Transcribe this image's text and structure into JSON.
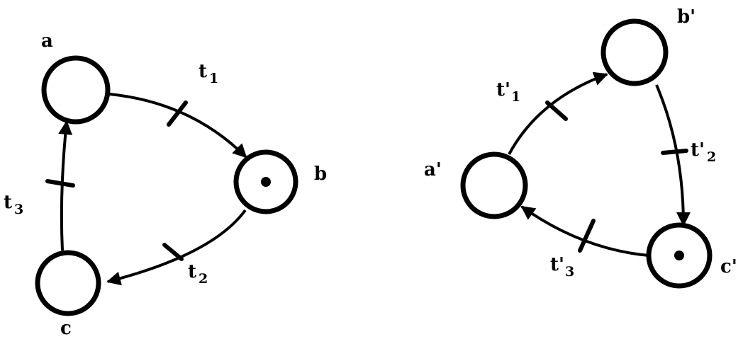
{
  "colors": {
    "ink": "#000000",
    "paper": "#ffffff"
  },
  "nets": [
    {
      "places": [
        {
          "label": "a",
          "tokens": 0
        },
        {
          "label": "b",
          "tokens": 1
        },
        {
          "label": "c",
          "tokens": 0
        }
      ],
      "transitions": [
        {
          "label": "t",
          "subscript": "1",
          "from": "a",
          "to": "b"
        },
        {
          "label": "t",
          "subscript": "2",
          "from": "b",
          "to": "c"
        },
        {
          "label": "t",
          "subscript": "3",
          "from": "c",
          "to": "a"
        }
      ]
    },
    {
      "places": [
        {
          "label": "a'",
          "tokens": 0
        },
        {
          "label": "b'",
          "tokens": 0
        },
        {
          "label": "c'",
          "tokens": 1
        }
      ],
      "transitions": [
        {
          "label": "t'",
          "subscript": "1",
          "from": "a'",
          "to": "b'"
        },
        {
          "label": "t'",
          "subscript": "2",
          "from": "b'",
          "to": "c'"
        },
        {
          "label": "t'",
          "subscript": "3",
          "from": "c'",
          "to": "a'"
        }
      ]
    }
  ]
}
